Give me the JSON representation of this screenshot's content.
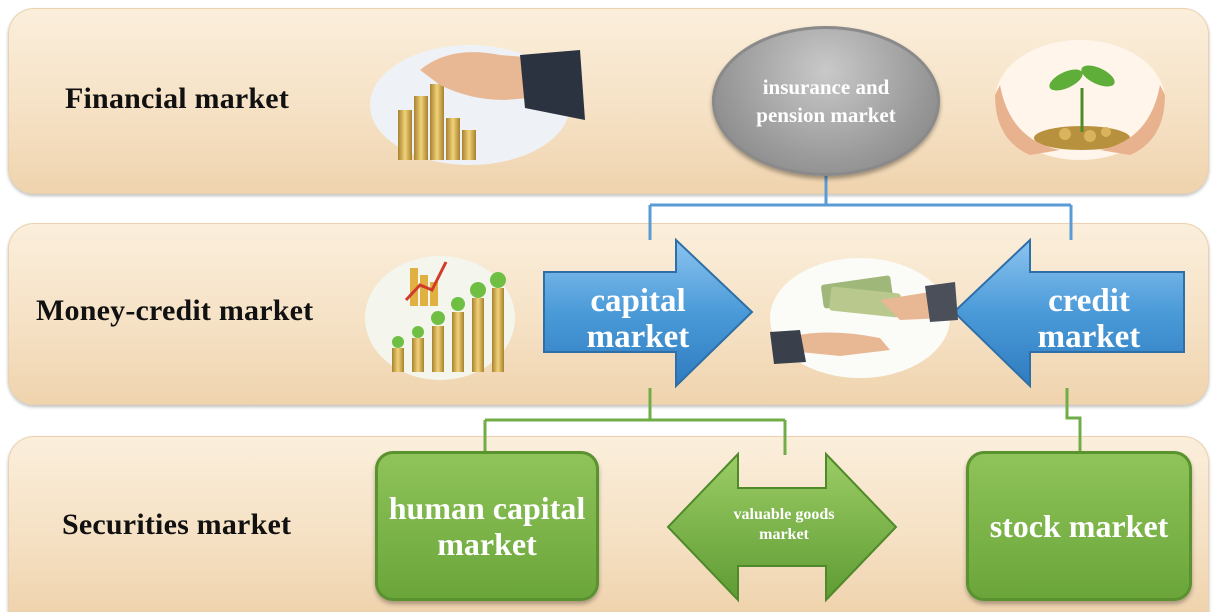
{
  "rows": {
    "financial": {
      "label": "Financial market"
    },
    "money_credit": {
      "label": "Money-credit market"
    },
    "securities": {
      "label": "Securities market"
    }
  },
  "nodes": {
    "insurance_pension": "insurance and pension market",
    "capital_market": "capital market",
    "credit_market": "credit market",
    "human_capital_market": "human capital market",
    "valuable_goods_market": "valuable goods market",
    "stock_market": "stock market"
  },
  "colors": {
    "band_fill": "#f5e0c3",
    "blue_arrow": "#4a9ad8",
    "gray_oval": "#9a9a9a",
    "green_box": "#6aa53a",
    "connector_blue": "#5a9bd5",
    "connector_green": "#70ad47"
  },
  "images": [
    {
      "name": "coins-hand-image"
    },
    {
      "name": "plant-in-hands-image"
    },
    {
      "name": "growth-chart-coins-image"
    },
    {
      "name": "money-exchange-hands-image"
    }
  ]
}
